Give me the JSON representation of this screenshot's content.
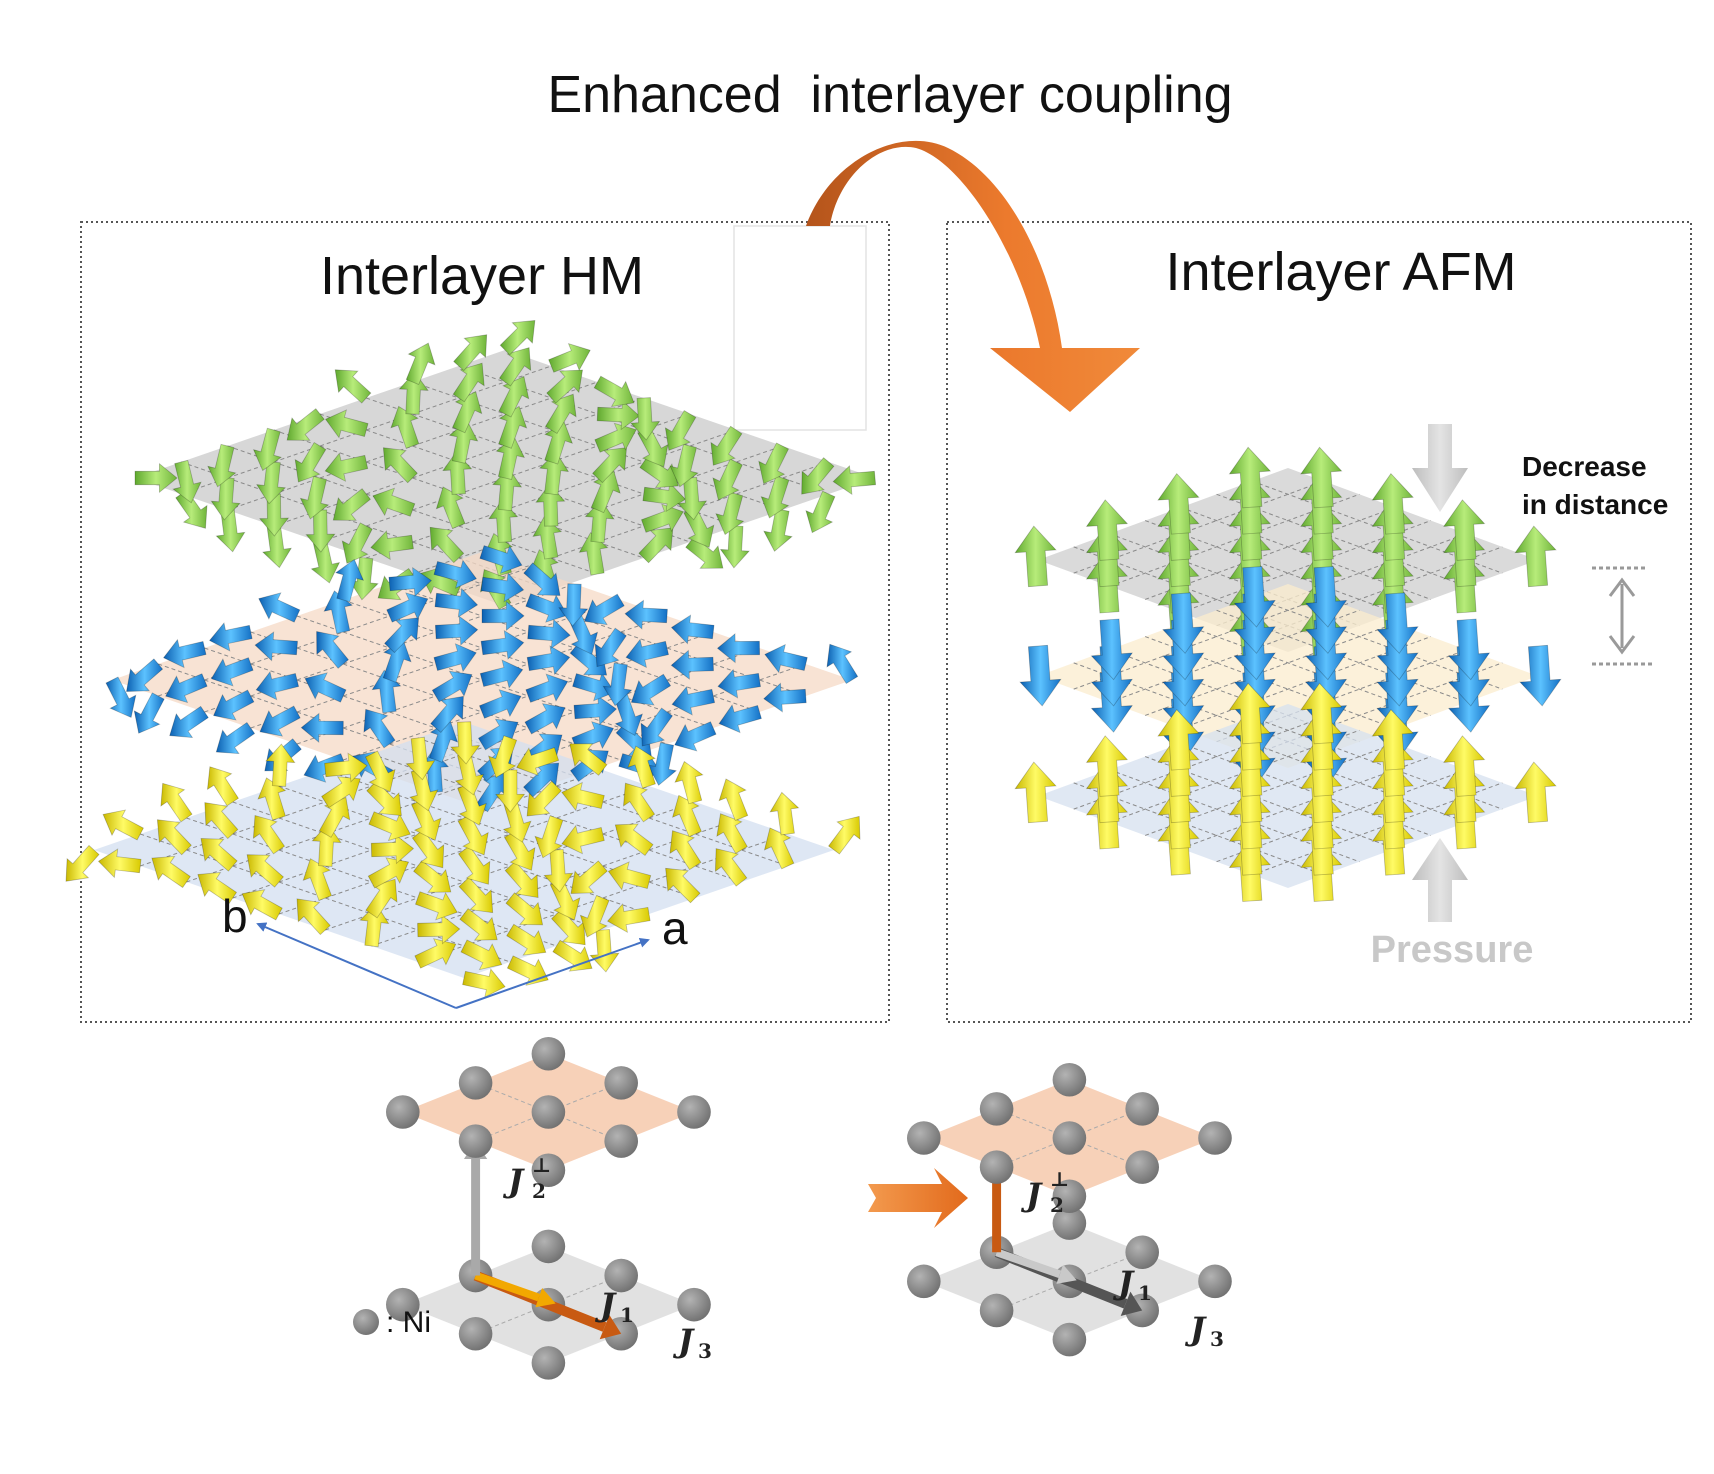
{
  "header": {
    "title": "Enhanced  interlayer coupling"
  },
  "left_panel": {
    "title": "Interlayer HM",
    "axis_a": "a",
    "axis_b": "b",
    "layers": [
      {
        "layer": "top",
        "arrow_color": "#8ccf4f",
        "plane_color": "#c9c9c9",
        "ordering": "helical"
      },
      {
        "layer": "middle",
        "arrow_color": "#1f8fdc",
        "plane_color": "#f6d9c6",
        "ordering": "helical"
      },
      {
        "layer": "bottom",
        "arrow_color": "#f2e600",
        "plane_color": "#d3dff0",
        "ordering": "helical"
      }
    ]
  },
  "right_panel": {
    "title": "Interlayer AFM",
    "distance_label_1": "Decrease",
    "distance_label_2": "in distance",
    "pressure_label": "Pressure",
    "layers": [
      {
        "layer": "top",
        "arrow_color": "#8ccf4f",
        "plane_color": "#cdcdcd",
        "spin": "up"
      },
      {
        "layer": "middle",
        "arrow_color": "#1f8fdc",
        "plane_color": "#fbeccd",
        "spin": "down"
      },
      {
        "layer": "bottom",
        "arrow_color": "#f2e600",
        "plane_color": "#d6e0ef",
        "spin": "up"
      }
    ]
  },
  "exchange": {
    "legend_label": ": Ni",
    "before": {
      "j2": "J",
      "j2_sup": "⊥",
      "j2_sub": "2",
      "j1": "J",
      "j1_sub": "1",
      "j3": "J",
      "j3_sub": "3"
    },
    "after": {
      "j2": "J",
      "j2_sup": "⊥",
      "j2_sub": "2",
      "j1": "J",
      "j1_sub": "1",
      "j3": "J",
      "j3_sub": "3"
    }
  },
  "colors": {
    "curved_arrow": "#e8782c",
    "orange_exchange": "#c85a12",
    "gray_exchange": "#a9a9a9",
    "dark_exchange": "#555555",
    "ni_atom": "#8a8a8a",
    "plane_pink": "#f6c9ac",
    "plane_gray": "#dcdcdc",
    "pressure_gray": "#c8c8c8",
    "axis_blue": "#4472c4"
  }
}
